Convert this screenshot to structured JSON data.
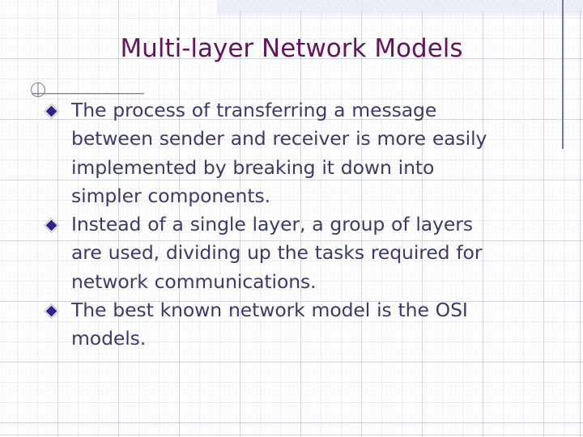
{
  "slide": {
    "title": "Multi-layer Network Models",
    "colors": {
      "title_text": "#63155c",
      "body_text": "#3b3b6b",
      "bullet_fill": "#3b1a9e",
      "bullet_outline": "#2b2b5c",
      "bullet_halo": "#b9b9d8",
      "banner": "#ccd6ee",
      "rule": "#6f7c9a",
      "background": "#fdfdfd",
      "grid_line": "#96a0be"
    },
    "decorations": {
      "top_banner_name": "top-banner-stripe",
      "right_rule_name": "right-vertical-rule",
      "underline_name": "title-underline-flourish"
    },
    "bullets": [
      {
        "marker": "diamond-bullet-icon",
        "lines": [
          "The process of transferring a message",
          "between sender and receiver is more easily",
          "implemented by breaking it down into",
          "simpler components."
        ],
        "text": "The process of transferring a message between sender and receiver is more easily implemented by breaking it down into simpler components."
      },
      {
        "marker": "diamond-bullet-icon",
        "lines": [
          "Instead of a single layer, a group of layers",
          "are used, dividing up the tasks required for",
          "network communications."
        ],
        "text": "Instead of a single layer, a group of layers are used, dividing up the tasks required for network communications."
      },
      {
        "marker": "diamond-bullet-icon",
        "lines": [
          "The best known network model is the OSI",
          "models."
        ],
        "text": "The best known network model is the OSI models."
      }
    ]
  }
}
